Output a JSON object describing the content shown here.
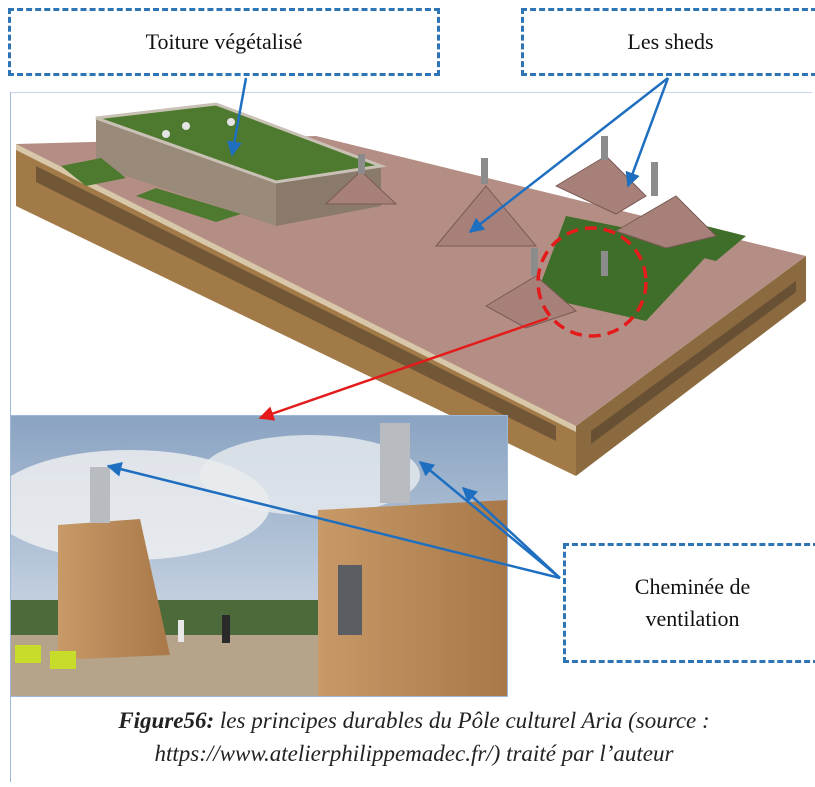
{
  "labels": {
    "roof": "Toiture végétalisé",
    "sheds": "Les sheds",
    "chimney_line1": "Cheminée de",
    "chimney_line2": "ventilation"
  },
  "caption": {
    "lead": "Figure56:",
    "text": " les principes durables du Pôle culturel  Aria (source : https://www.atelierphilippemadec.fr/) traité par l’auteur"
  },
  "colors": {
    "label_border": "#2e75b6",
    "arrow_blue": "#1f6fc1",
    "arrow_red": "#e31b1b",
    "green_roof": "#4e7a2f",
    "roof_deck": "#b48e84"
  }
}
